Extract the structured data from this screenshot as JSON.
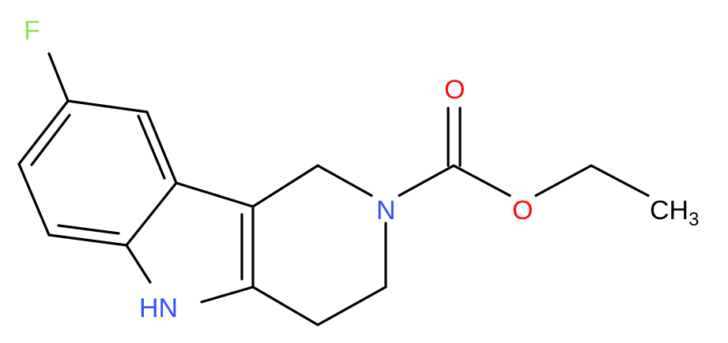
{
  "molecule": {
    "colors": {
      "carbon": "#000000",
      "nitrogen": "#3050F8",
      "oxygen": "#FF0D0D",
      "fluorine": "#90E050",
      "background": "#FFFFFF"
    },
    "atoms": {
      "fluorine": "F",
      "ring_nitrogen": "N",
      "indole_nh": "HN",
      "carbonyl_oxygen": "O",
      "ester_oxygen": "O",
      "methyl_c": "CH",
      "methyl_sub": "3"
    }
  }
}
